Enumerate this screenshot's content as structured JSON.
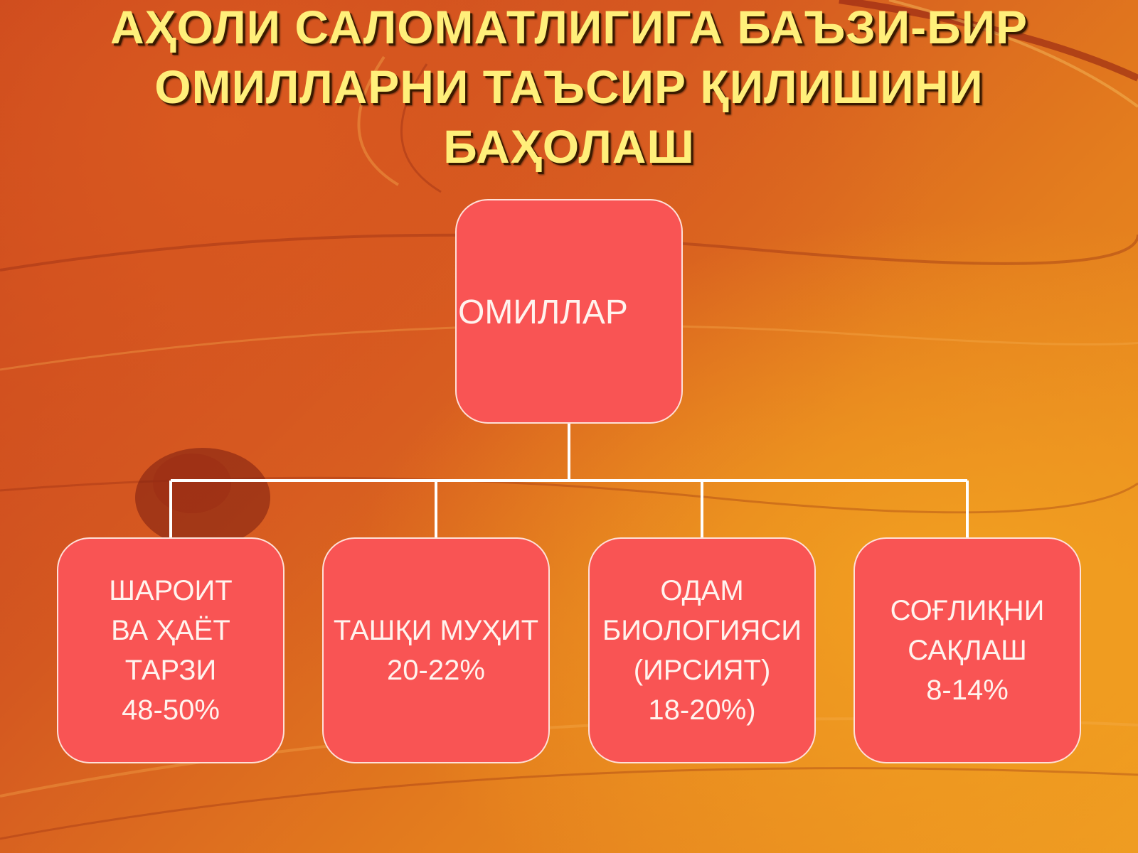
{
  "title": {
    "line1": "АҲОЛИ САЛОМАТЛИГИГА  БАЪЗИ-БИР",
    "line2": "ОМИЛЛАРНИ ТАЪСИР ҚИЛИШИНИ",
    "line3": "БАҲОЛАШ"
  },
  "root": {
    "label": "ОМИЛЛАР"
  },
  "children": [
    {
      "label": "ШАРОИТ\nВА ҲАЁТ \nТАРЗИ\n48-50%"
    },
    {
      "label": "ТАШҚИ МУҲИТ\n20-22%"
    },
    {
      "label": "ОДАМ\nБИОЛОГИЯСИ\n(ИРСИЯТ)\n18-20%)"
    },
    {
      "label": "СОҒЛИҚНИ\nСАҚЛАШ\n8-14%"
    }
  ],
  "colors": {
    "node_fill": "#f95454",
    "connector": "#ffffff",
    "title_text": "#ffef7a"
  }
}
